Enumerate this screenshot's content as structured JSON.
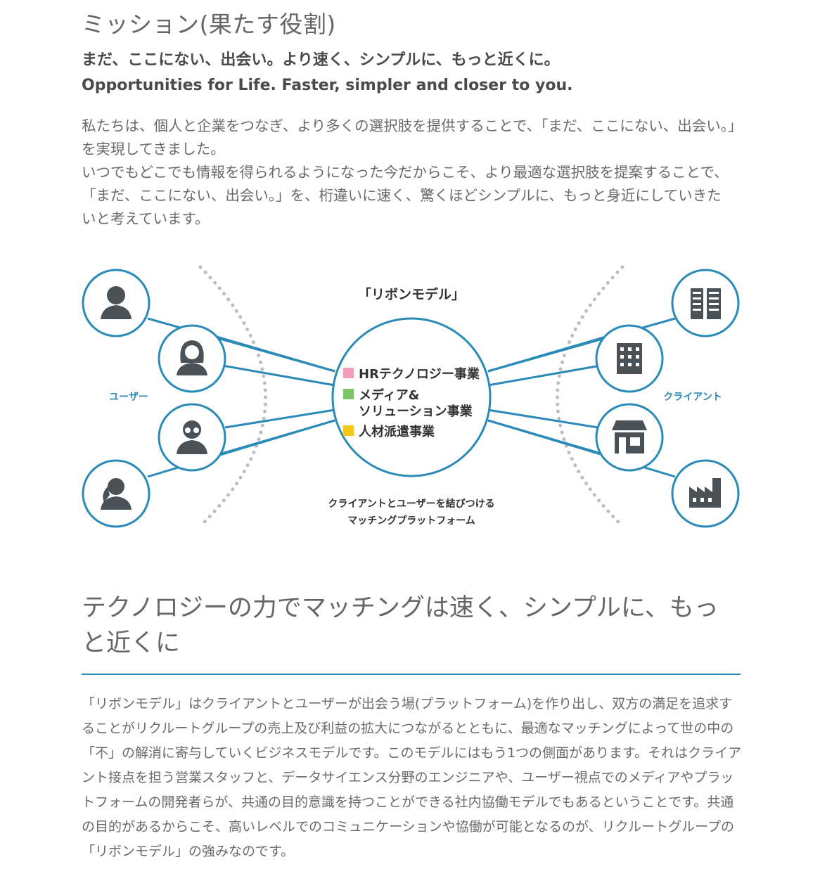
{
  "mission": {
    "title": "ミッション(果たす役割)",
    "tagline_jp": "まだ、ここにない、出会い。より速く、シンプルに、もっと近くに。",
    "tagline_en": "Opportunities for Life. Faster, simpler and closer to you.",
    "paragraph_1": "私たちは、個人と企業をつなぎ、より多くの選択肢を提供することで、「まだ、ここにない、出会い。」を実現してきました。",
    "paragraph_2": "いつでもどこでも情報を得られるようになった今だからこそ、より最適な選択肢を提案することで、「まだ、ここにない、出会い。」を、桁違いに速く、驚くほどシンプルに、もっと身近にしていきたいと考えています。"
  },
  "diagram": {
    "title": "「リボンモデル」",
    "left_label": "ユーザー",
    "right_label": "クライアント",
    "businesses": [
      {
        "label": "HRテクノロジー事業",
        "color": "#f0a0b8"
      },
      {
        "label_line1": "メディア&",
        "label_line2": "ソリューション事業",
        "color": "#7dc36b"
      },
      {
        "label": "人材派遣事業",
        "color": "#f5c518"
      }
    ],
    "caption_line1": "クライアントとユーザーを結びつける",
    "caption_line2": "マッチングプラットフォーム",
    "users": [
      "man-icon",
      "woman-icon",
      "glasses-man-icon",
      "ponytail-woman-icon"
    ],
    "clients": [
      "office-building-icon",
      "tall-building-icon",
      "shop-icon",
      "factory-icon"
    ],
    "colors": {
      "accent": "#2a8ab8",
      "icon": "#4a5258"
    }
  },
  "technology": {
    "title": "テクノロジーの力でマッチングは速く、シンプルに、もっと近くに",
    "body": "「リボンモデル」はクライアントとユーザーが出会う場(プラットフォーム)を作り出し、双方の満足を追求することがリクルートグループの売上及び利益の拡大につながるとともに、最適なマッチングによって世の中の「不」の解消に寄与していくビジネスモデルです。このモデルにはもう1つの側面があります。それはクライアント接点を担う営業スタッフと、データサイエンス分野のエンジニアや、ユーザー視点でのメディアやプラットフォームの開発者らが、共通の目的意識を持つことができる社内協働モデルでもあるということです。共通の目的があるからこそ、高いレベルでのコミュニケーションや協働が可能となるのが、リクルートグループの「リボンモデル」の強みなのです。"
  }
}
